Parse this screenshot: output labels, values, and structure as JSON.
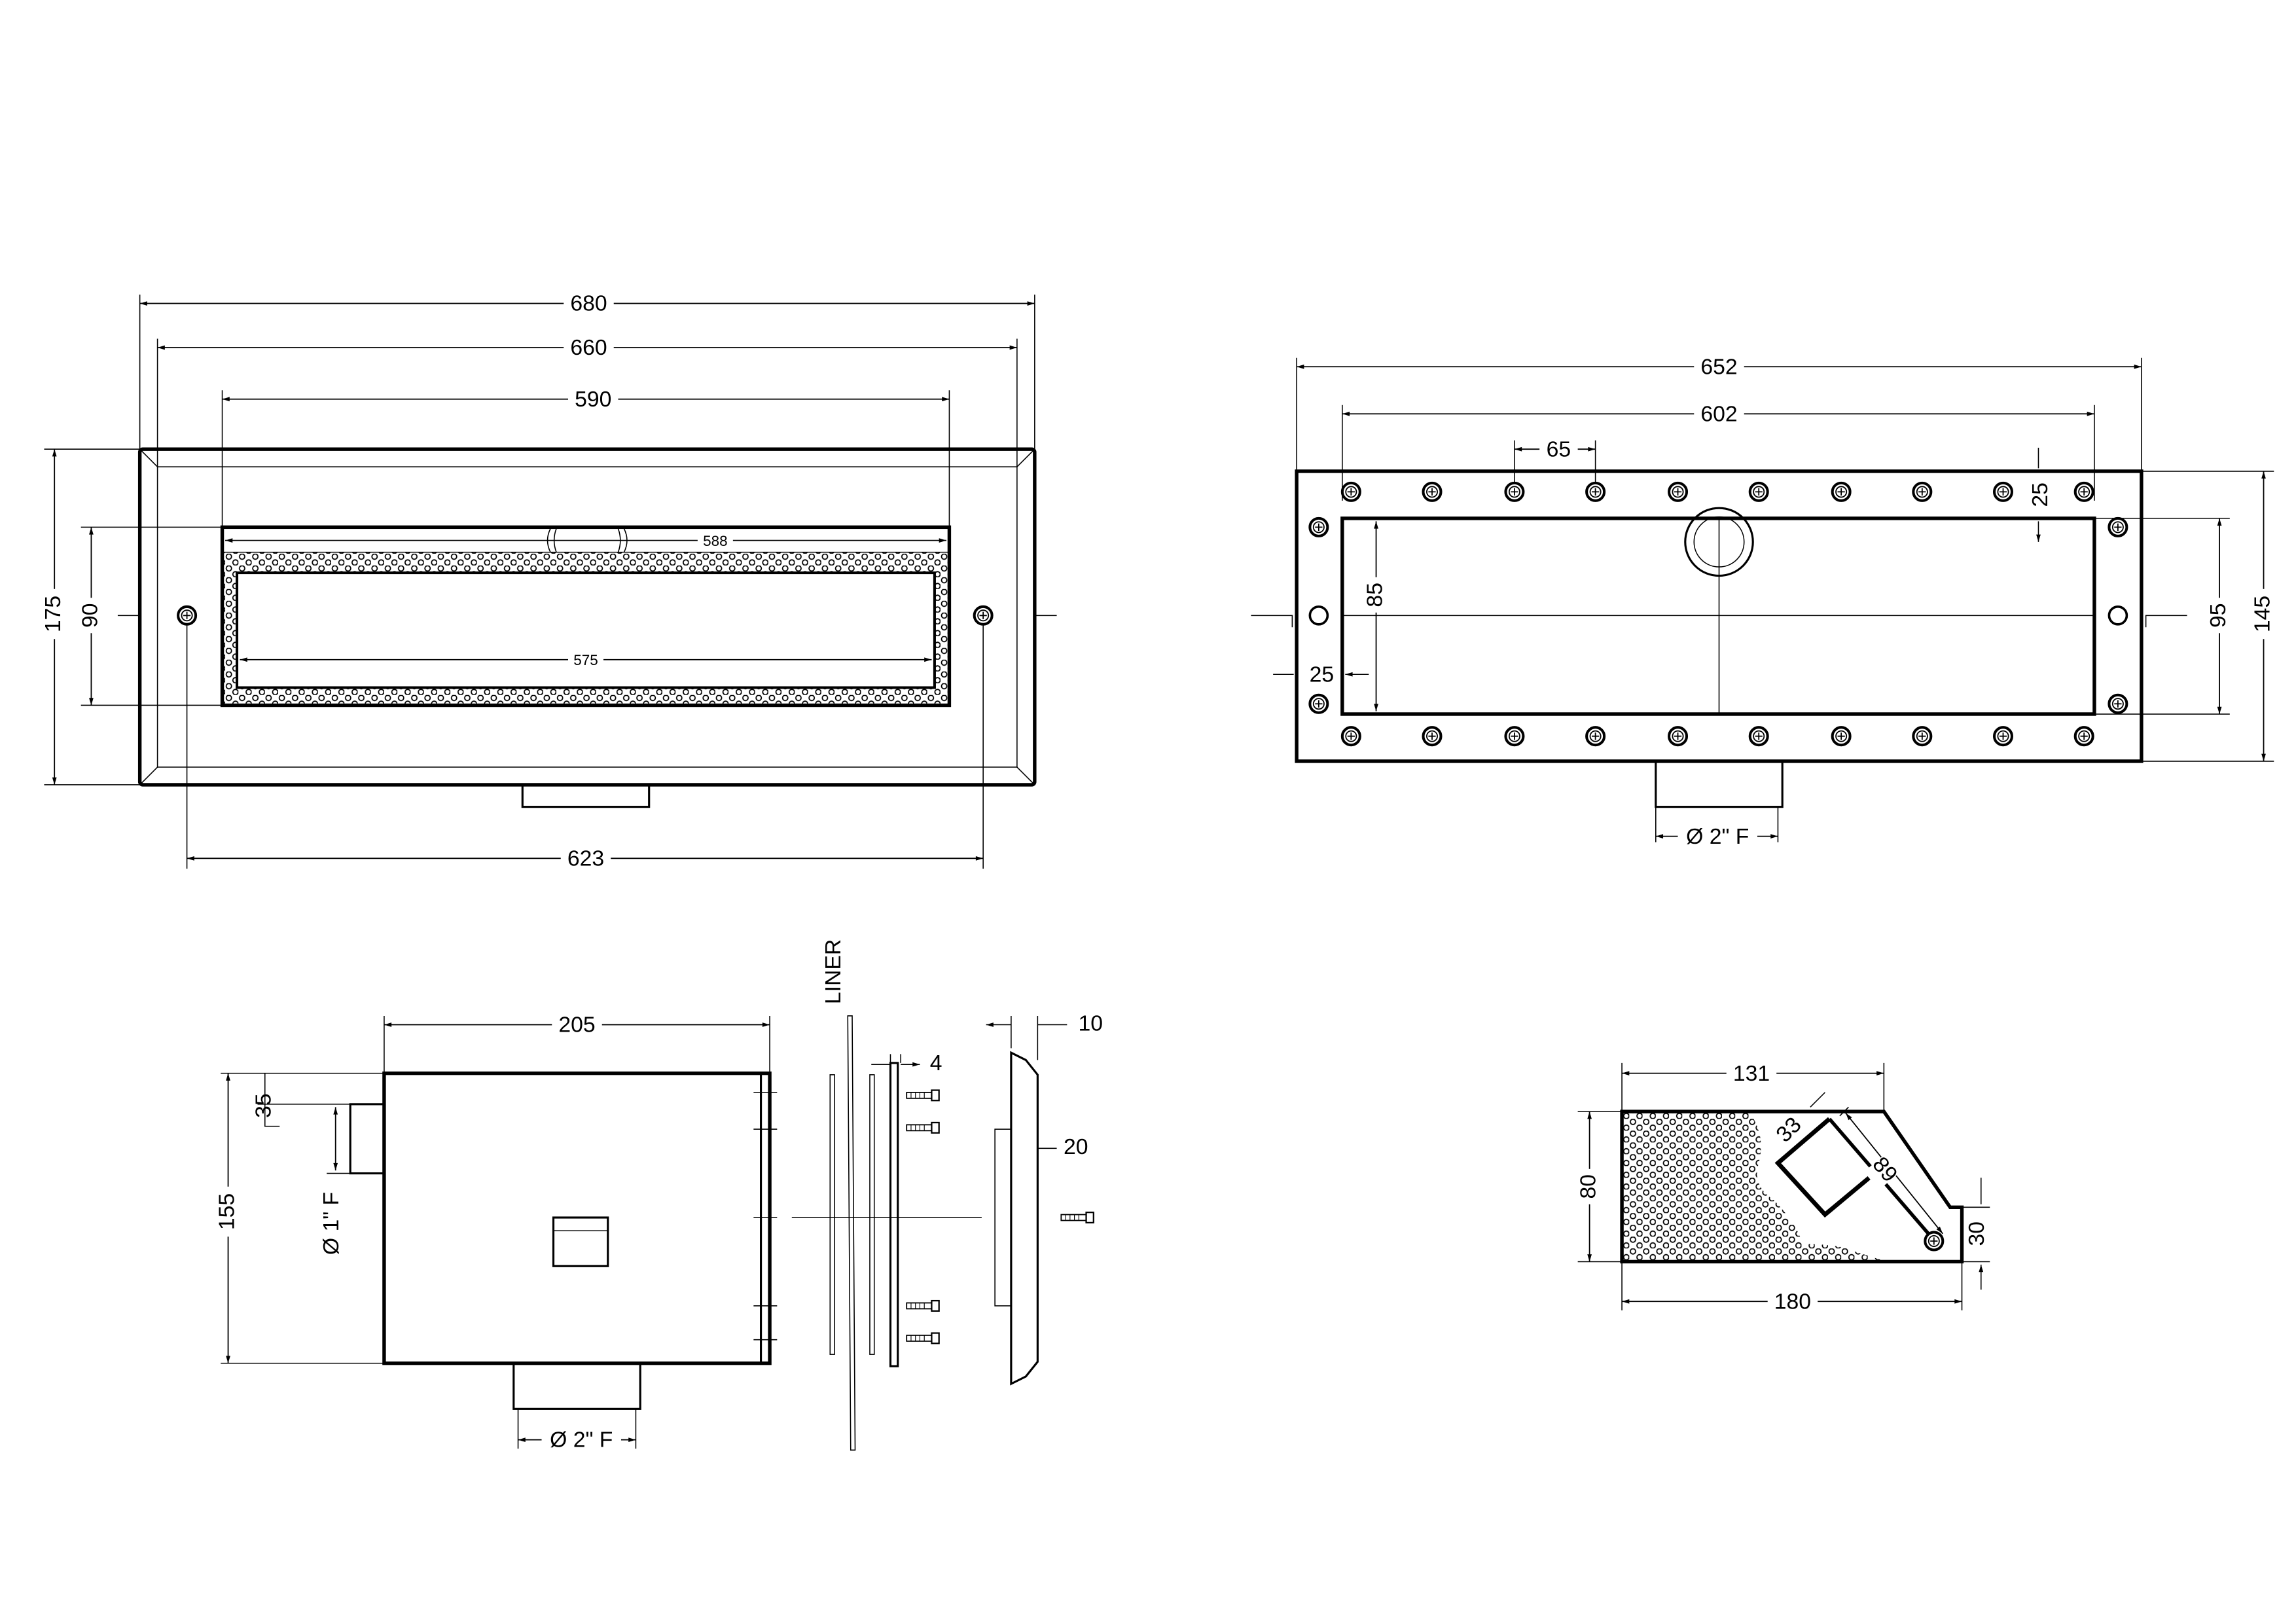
{
  "colors": {
    "line": "#000000",
    "background": "#ffffff"
  },
  "front_view": {
    "dims": {
      "overall_width": "680",
      "frame_width": "660",
      "opening_width": "590",
      "grille_width": "588",
      "inner_width": "575",
      "screw_spacing": "623",
      "overall_height": "175",
      "opening_height": "90"
    }
  },
  "rear_view": {
    "dims": {
      "overall_width": "652",
      "inner_width": "602",
      "bolt_pitch": "65",
      "top_margin": "25",
      "side_margin": "25",
      "inner_height": "85",
      "mid_height": "95",
      "overall_height": "145",
      "outlet": "Ø 2\" F"
    }
  },
  "side_view": {
    "liner_label": "LINER",
    "dims": {
      "depth": "205",
      "height": "155",
      "inlet_offset": "35",
      "inlet": "Ø 1\" F",
      "outlet": "Ø 2\" F",
      "gasket": "4",
      "cover": "10",
      "cover_depth": "20"
    }
  },
  "section_view": {
    "dims": {
      "top_width": "131",
      "height": "80",
      "bottom_width": "180",
      "step_height": "30",
      "slot_width": "33",
      "slot_length": "89"
    }
  }
}
